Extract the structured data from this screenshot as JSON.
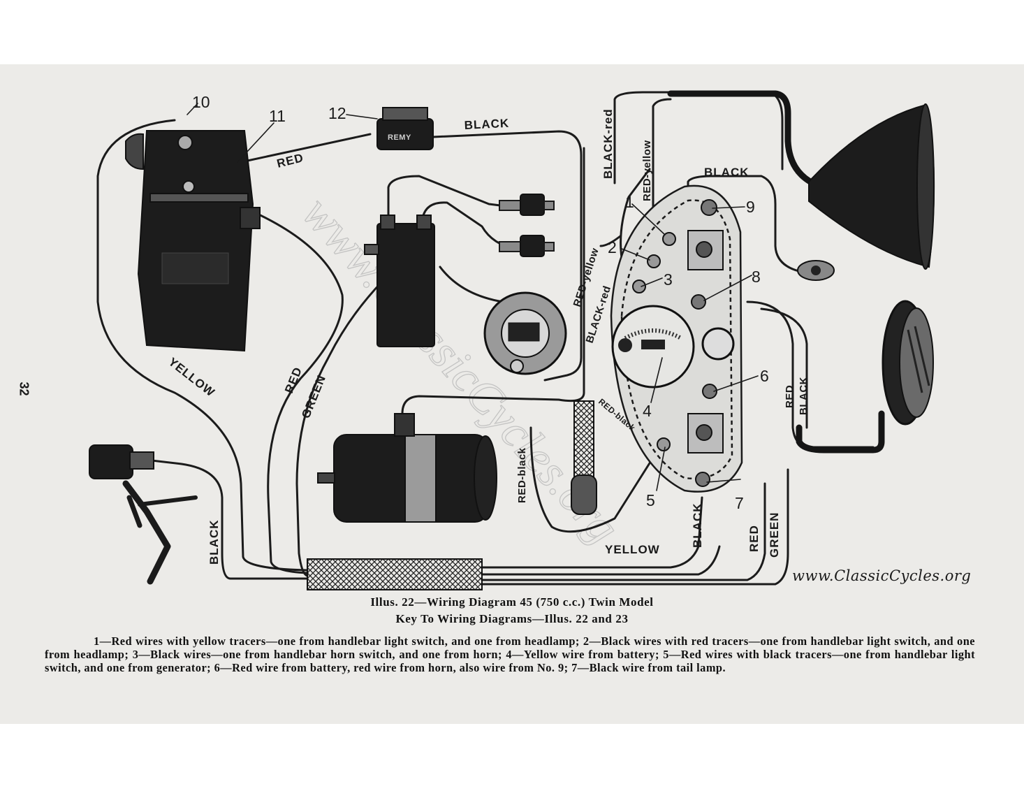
{
  "page_number": "32",
  "watermark": "www.ClassicCycles.org",
  "site_signature": "www.ClassicCycles.org",
  "component_numbers": [
    "10",
    "11",
    "12",
    "1",
    "2",
    "3",
    "4",
    "5",
    "6",
    "7",
    "8",
    "9"
  ],
  "wire_labels": {
    "red_top": "RED",
    "black_top": "BLACK",
    "black_red_vertical": "BLACK-red",
    "red_yellow_vertical": "RED-yellow",
    "black_switch_top": "BLACK",
    "red_yellow_diag": "RED-yellow",
    "black_red_diag": "BLACK-red",
    "yellow_left": "YELLOW",
    "red_left": "RED",
    "green_left": "GREEN",
    "black_left": "BLACK",
    "red_black_vertical": "RED-black",
    "red_black_small": "RED-black",
    "yellow_bottom": "YELLOW",
    "black_bottom": "BLACK",
    "red_bottom": "RED",
    "green_bottom": "GREEN",
    "red_right": "RED",
    "black_right": "BLACK"
  },
  "relay_label": "REMY",
  "caption": {
    "title": "Illus. 22—Wiring Diagram 45 (750 c.c.) Twin Model",
    "subtitle": "Key To Wiring Diagrams—Illus. 22 and 23"
  },
  "key_text": "1—Red wires with yellow tracers—one from handlebar light switch, and one from headlamp; 2—Black wires with red tracers—one from handlebar light switch, and one from headlamp; 3—Black wires—one from handlebar horn switch, and one from horn; 4—Yellow wire from battery; 5—Red wires with black tracers—one from handlebar light switch, and one from generator; 6—Red wire from battery, red wire from horn, also wire from No. 9; 7—Black wire from tail lamp."
}
